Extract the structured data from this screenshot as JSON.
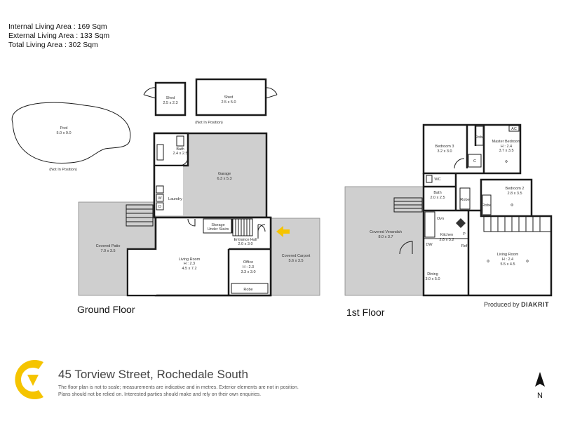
{
  "areas": {
    "internal": "Internal Living Area : 169 Sqm",
    "external": "External Living Area : 133 Sqm",
    "total": "Total Living Area : 302 Sqm"
  },
  "floors": {
    "ground": "Ground Floor",
    "first": "1st Floor"
  },
  "rooms": {
    "pool": {
      "name": "Pool",
      "dim": "5.0 x 9.0",
      "note": "(Not In Position)"
    },
    "shed1": {
      "name": "Shed",
      "dim": "2.5 x 2.3"
    },
    "shed2": {
      "name": "Shed",
      "dim": "2.5 x 5.0",
      "note": "(Not In Position)"
    },
    "bath_g": {
      "name": "Bath",
      "dim": "2.4 x 2.5"
    },
    "garage": {
      "name": "Garage",
      "dim": "6.3 x 5.3"
    },
    "laundry": {
      "name": "Laundry",
      "w": "W",
      "d": "D"
    },
    "storage": {
      "line1": "Storage",
      "line2": "Under Stairs"
    },
    "patio": {
      "name": "Covered Patio",
      "dim": "7.0 x 3.5"
    },
    "living_g": {
      "name": "Living Room",
      "h": "H : 2.3",
      "dim": "4.5 x 7.2"
    },
    "entrance": {
      "name": "Entrance Hall",
      "dim": "2.0 x 3.0"
    },
    "office": {
      "name": "Office",
      "h": "H : 2.3",
      "dim": "3.3 x 3.0"
    },
    "robe": "Robe",
    "carport": {
      "name": "Covered Carport",
      "dim": "5.6 x 3.5"
    },
    "bed3": {
      "name": "Bedroom 3",
      "dim": "3.2 x 3.0"
    },
    "master": {
      "name": "Master Bedroom",
      "h": "H : 2.4",
      "dim": "3.7 x 3.5"
    },
    "ac": "AC",
    "c": "C",
    "wc": "WC",
    "bath_1": {
      "name": "Bath",
      "dim": "2.0 x 2.5"
    },
    "bed2": {
      "name": "Bedroom 2",
      "dim": "2.8 x 3.5"
    },
    "verandah": {
      "name": "Covered Verandah",
      "dim": "8.0 x 3.7"
    },
    "oven": "Ovn",
    "kitchen": {
      "name": "Kitchen",
      "dim": "2.8 x 3.2"
    },
    "dw": "DW",
    "p": "P",
    "ref": "Ref",
    "dining": {
      "name": "Dining",
      "dim": "3.0 x 5.0"
    },
    "living_1": {
      "name": "Living Room",
      "h": "H : 2.4",
      "dim": "5.5 x 4.5"
    }
  },
  "credit": {
    "prefix": "Produced by",
    "brand": "DIAKRIT"
  },
  "address": "45 Torview Street, Rochedale South",
  "disclaimer": {
    "line1": "The floor plan is not to scale; measurements are indicative and in metres. Exterior elements are not in position.",
    "line2": "Plans should not be relied on. Interested parties should make and rely on their own enquiries."
  },
  "north": "N",
  "colors": {
    "exterior": "#cfcfcf",
    "logo": "#f5c400",
    "arrow": "#f5c400",
    "wall": "#1a1a1a"
  }
}
